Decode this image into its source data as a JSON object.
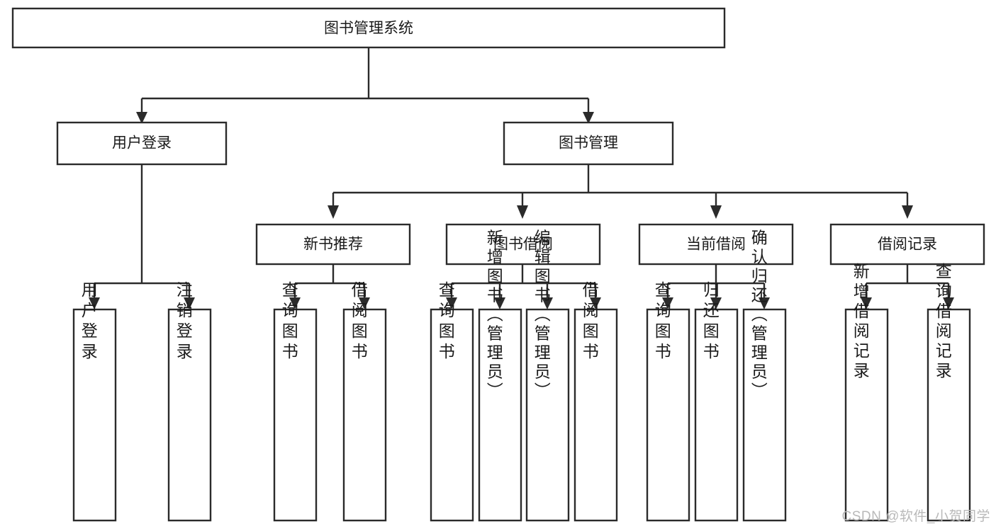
{
  "diagram": {
    "title": "图书管理系统",
    "type": "hierarchy-tree",
    "root": {
      "id": "root",
      "label": "图书管理系统"
    },
    "level2": [
      {
        "id": "user-login",
        "label": "用户登录"
      },
      {
        "id": "book-manage",
        "label": "图书管理"
      }
    ],
    "level3": [
      {
        "id": "new-book-recommend",
        "label": "新书推荐",
        "parent": "book-manage"
      },
      {
        "id": "book-borrow",
        "label": "图书借阅",
        "parent": "book-manage"
      },
      {
        "id": "current-borrow",
        "label": "当前借阅",
        "parent": "book-manage"
      },
      {
        "id": "borrow-record",
        "label": "借阅记录",
        "parent": "book-manage"
      }
    ],
    "leaves": {
      "user-login": [
        {
          "id": "leaf-user-login",
          "label": "用户登录"
        },
        {
          "id": "leaf-user-logout",
          "label": "注销登录"
        }
      ],
      "new-book-recommend": [
        {
          "id": "leaf-query-book-1",
          "label": "查询图书"
        },
        {
          "id": "leaf-borrow-book-1",
          "label": "借阅图书"
        }
      ],
      "book-borrow": [
        {
          "id": "leaf-query-book-2",
          "label": "查询图书"
        },
        {
          "id": "leaf-add-book",
          "label": "新增图书（管理员）"
        },
        {
          "id": "leaf-edit-book",
          "label": "编辑图书（管理员）"
        },
        {
          "id": "leaf-borrow-book-2",
          "label": "借阅图书"
        }
      ],
      "current-borrow": [
        {
          "id": "leaf-query-book-3",
          "label": "查询图书"
        },
        {
          "id": "leaf-return-book",
          "label": "归还图书"
        },
        {
          "id": "leaf-confirm-return",
          "label": "确认归还（管理员）"
        }
      ],
      "borrow-record": [
        {
          "id": "leaf-add-record",
          "label": "新增借阅记录"
        },
        {
          "id": "leaf-query-record",
          "label": "查询借阅记录"
        }
      ]
    }
  },
  "watermark": {
    "text": "CSDN @软件_小贺同学"
  },
  "colors": {
    "stroke": "#2b2b2b",
    "box_fill": "#ffffff",
    "text": "#1a1a1a",
    "background": "#ffffff",
    "watermark": "#b9b9b9"
  }
}
